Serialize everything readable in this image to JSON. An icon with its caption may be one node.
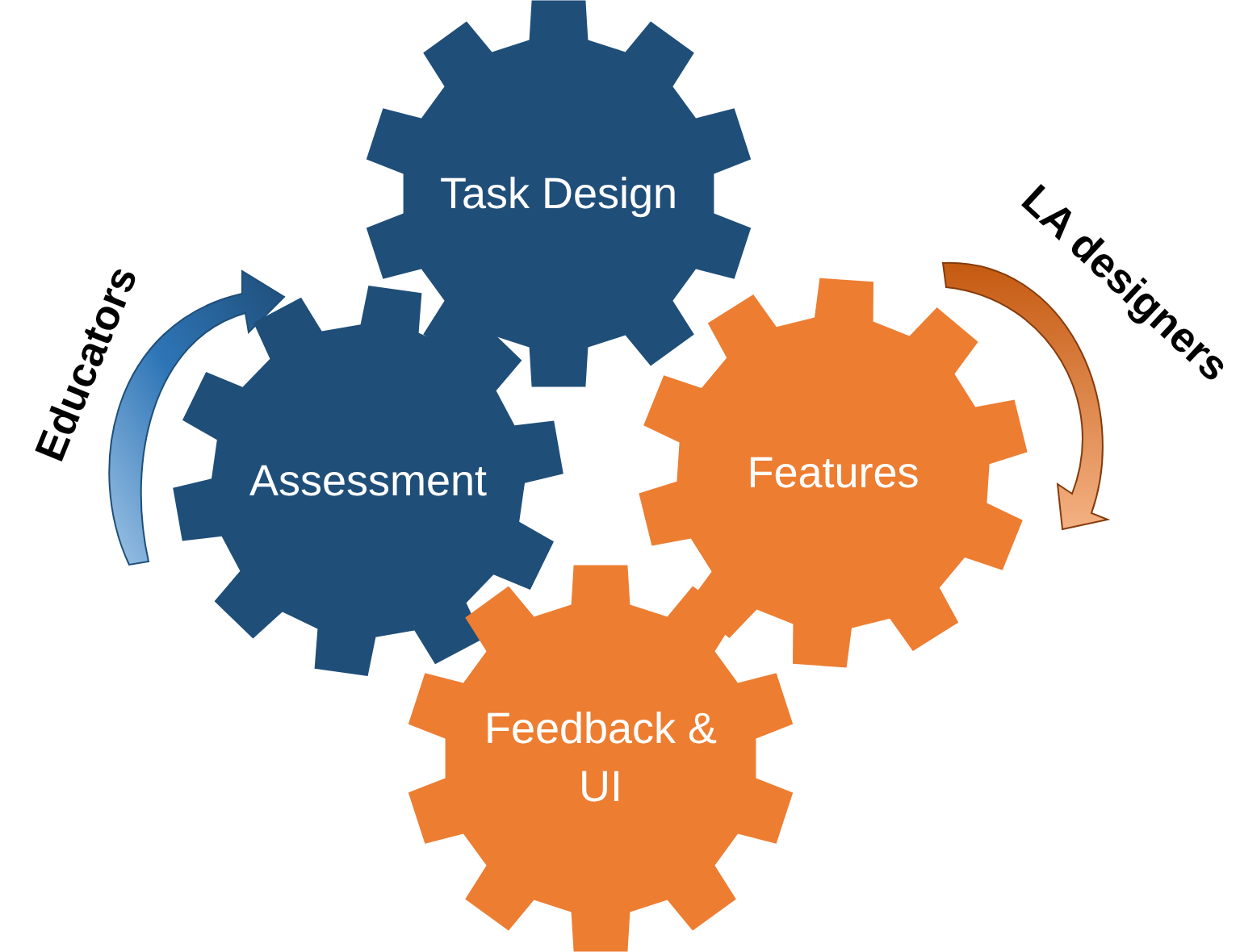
{
  "diagram": {
    "nodes": [
      {
        "text": [
          "Task Design"
        ]
      },
      {
        "text": [
          "Assessment"
        ]
      },
      {
        "text": [
          "Features"
        ]
      },
      {
        "text": [
          "Feedback & UI"
        ]
      }
    ],
    "labels": [
      "Educators",
      "LA designers"
    ]
  }
}
